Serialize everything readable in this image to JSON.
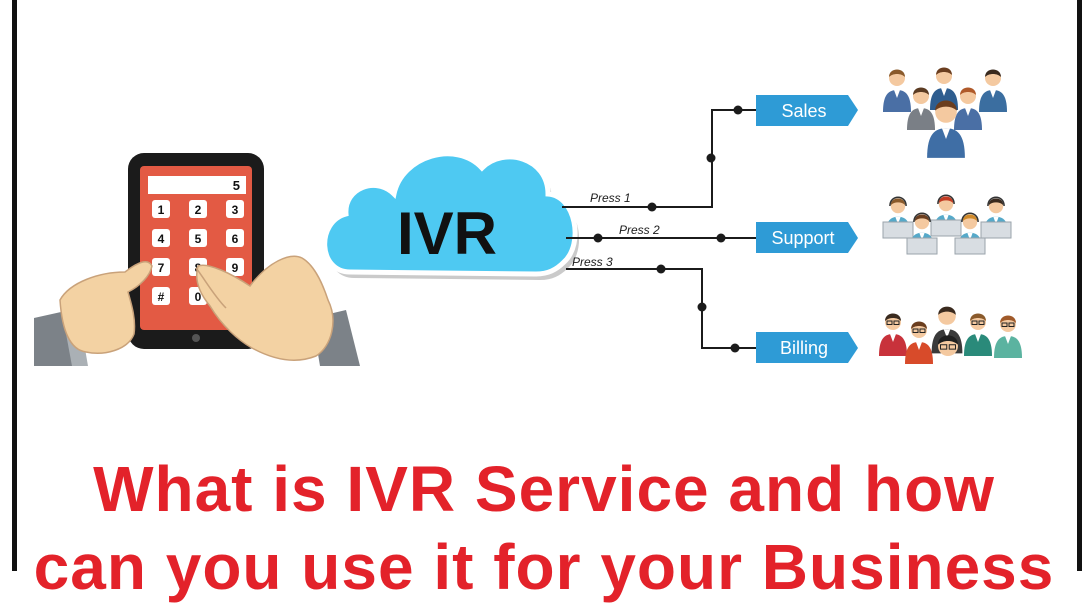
{
  "cloud": {
    "label": "IVR"
  },
  "phone": {
    "display": "5",
    "keys": [
      "1",
      "2",
      "3",
      "4",
      "5",
      "6",
      "7",
      "8",
      "9",
      "#",
      "0",
      "*"
    ]
  },
  "options": [
    {
      "press": "Press 1",
      "department": "Sales"
    },
    {
      "press": "Press 2",
      "department": "Support"
    },
    {
      "press": "Press 3",
      "department": "Billing"
    }
  ],
  "headline": {
    "line1": "What is IVR Service and how",
    "line2": "can you use it for your Business"
  },
  "colors": {
    "accent_blue": "#2e9bd6",
    "cloud_blue": "#4ec9f2",
    "headline_red": "#e3222a",
    "phone_red": "#e35a44"
  }
}
